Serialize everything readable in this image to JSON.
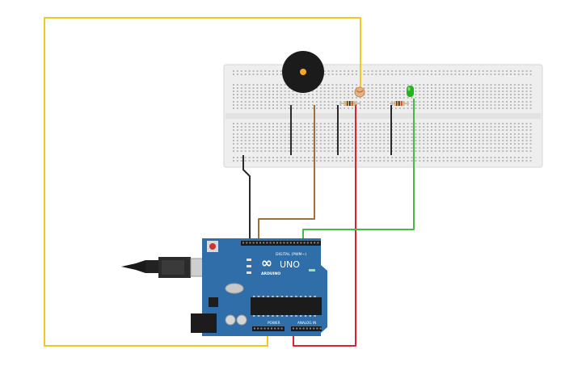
{
  "board": {
    "logo_symbol": "∞",
    "model": "UNO",
    "brand": "ARDUINO",
    "digital_label": "DIGITAL (PWM~)",
    "power_label": "POWER",
    "analog_label": "ANALOG IN"
  },
  "colors": {
    "breadboard": "#eeeeee",
    "breadboard_border": "#d6d6d6",
    "board_blue": "#2f6ea8",
    "wire_yellow": "#f0c81e",
    "wire_red": "#d8262e",
    "wire_green": "#48b84a",
    "wire_brown": "#a0703a",
    "wire_black": "#2a2a2a",
    "led_green": "#22b51e"
  },
  "icons": {
    "buzzer": "buzzer-icon",
    "led": "led-icon",
    "photoresistor": "photoresistor-icon",
    "resistor": "resistor-icon",
    "usb": "usb-cable-icon"
  }
}
